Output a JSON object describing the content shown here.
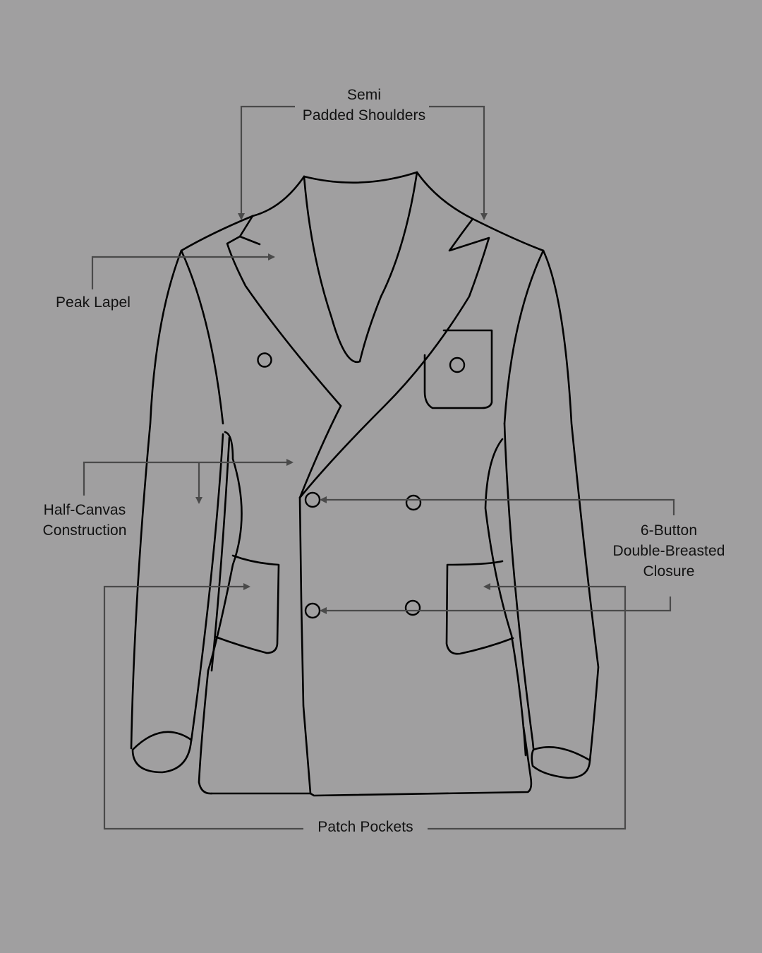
{
  "colors": {
    "background": "#a09fa0",
    "outline": "#000000",
    "leader_line": "#4a4a4a",
    "text": "#111111"
  },
  "garment": "Double-breasted blazer technical flat sketch",
  "callouts": {
    "shoulders": {
      "line1": "Semi",
      "line2": "Padded Shoulders"
    },
    "lapel": {
      "line1": "Peak Lapel"
    },
    "canvas": {
      "line1": "Half-Canvas",
      "line2": "Construction"
    },
    "closure": {
      "line1": "6-Button",
      "line2": "Double-Breasted",
      "line3": "Closure"
    },
    "pockets": {
      "line1": "Patch Pockets"
    }
  },
  "icons": {
    "arrow": "arrowhead-icon",
    "button": "button-circle-icon"
  }
}
